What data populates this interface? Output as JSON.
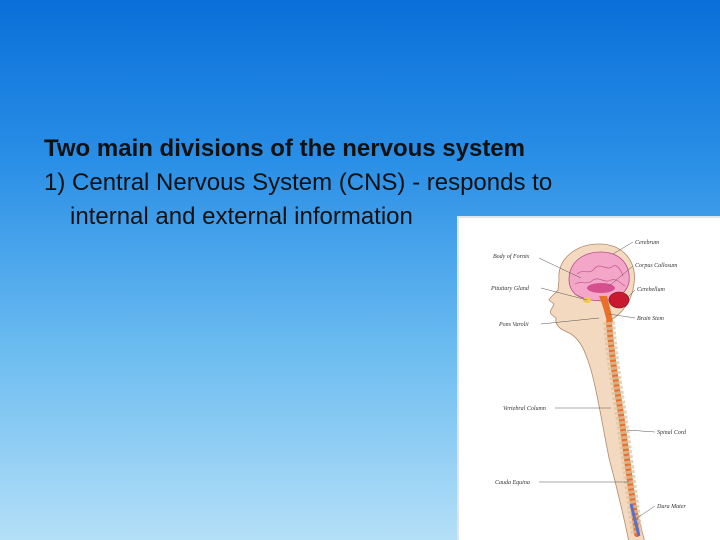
{
  "slide": {
    "heading": "Two main divisions of the nervous system",
    "point1_line1": "1) Central Nervous System (CNS) - responds to",
    "point1_line2": "internal and external information"
  },
  "diagram": {
    "labels": {
      "cerebrum": "Cerebrum",
      "body_of_fornix": "Body of Fornix",
      "corpus_callosum": "Corpus Callosum",
      "pituitary_gland": "Pituitary Gland",
      "cerebellum": "Cerebellum",
      "pons_varolii": "Pons Varolii",
      "brain_stem": "Brain Stem",
      "vertebral_column": "Vertebral Column",
      "spinal_cord": "Spinal Cord",
      "cauda_equina": "Cauda Equina",
      "dura_mater": "Dura Mater"
    }
  }
}
